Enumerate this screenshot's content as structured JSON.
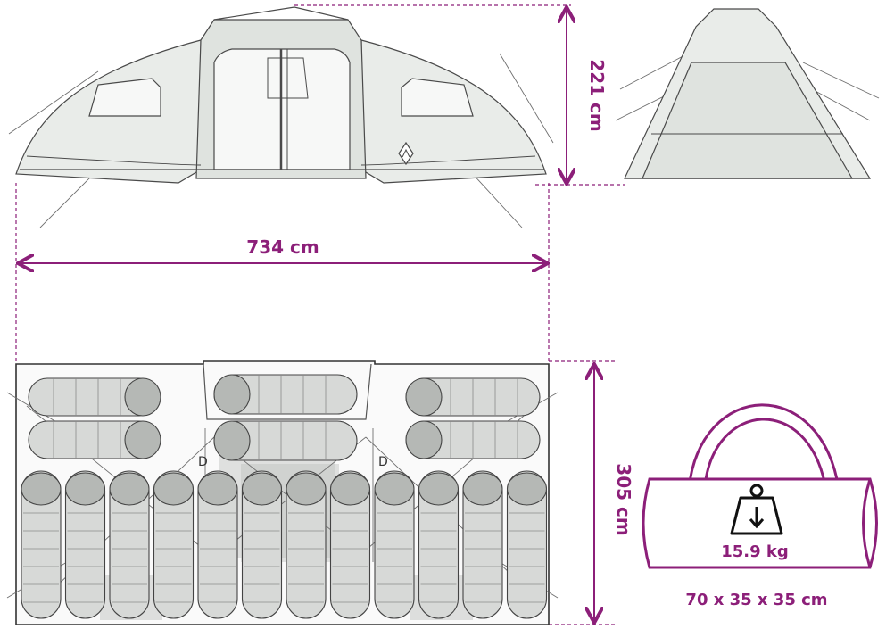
{
  "dimensions": {
    "width": "734 cm",
    "height": "221 cm",
    "depth": "305 cm"
  },
  "floor_plan": {
    "door_label_left": "D",
    "door_label_right": "D"
  },
  "carry_bag": {
    "weight": "15.9 kg",
    "size": "70 x 35 x 35 cm",
    "weight_icon": "weight-icon"
  },
  "colors": {
    "accent": "#8c1f79",
    "line": "#4a4a4a"
  }
}
